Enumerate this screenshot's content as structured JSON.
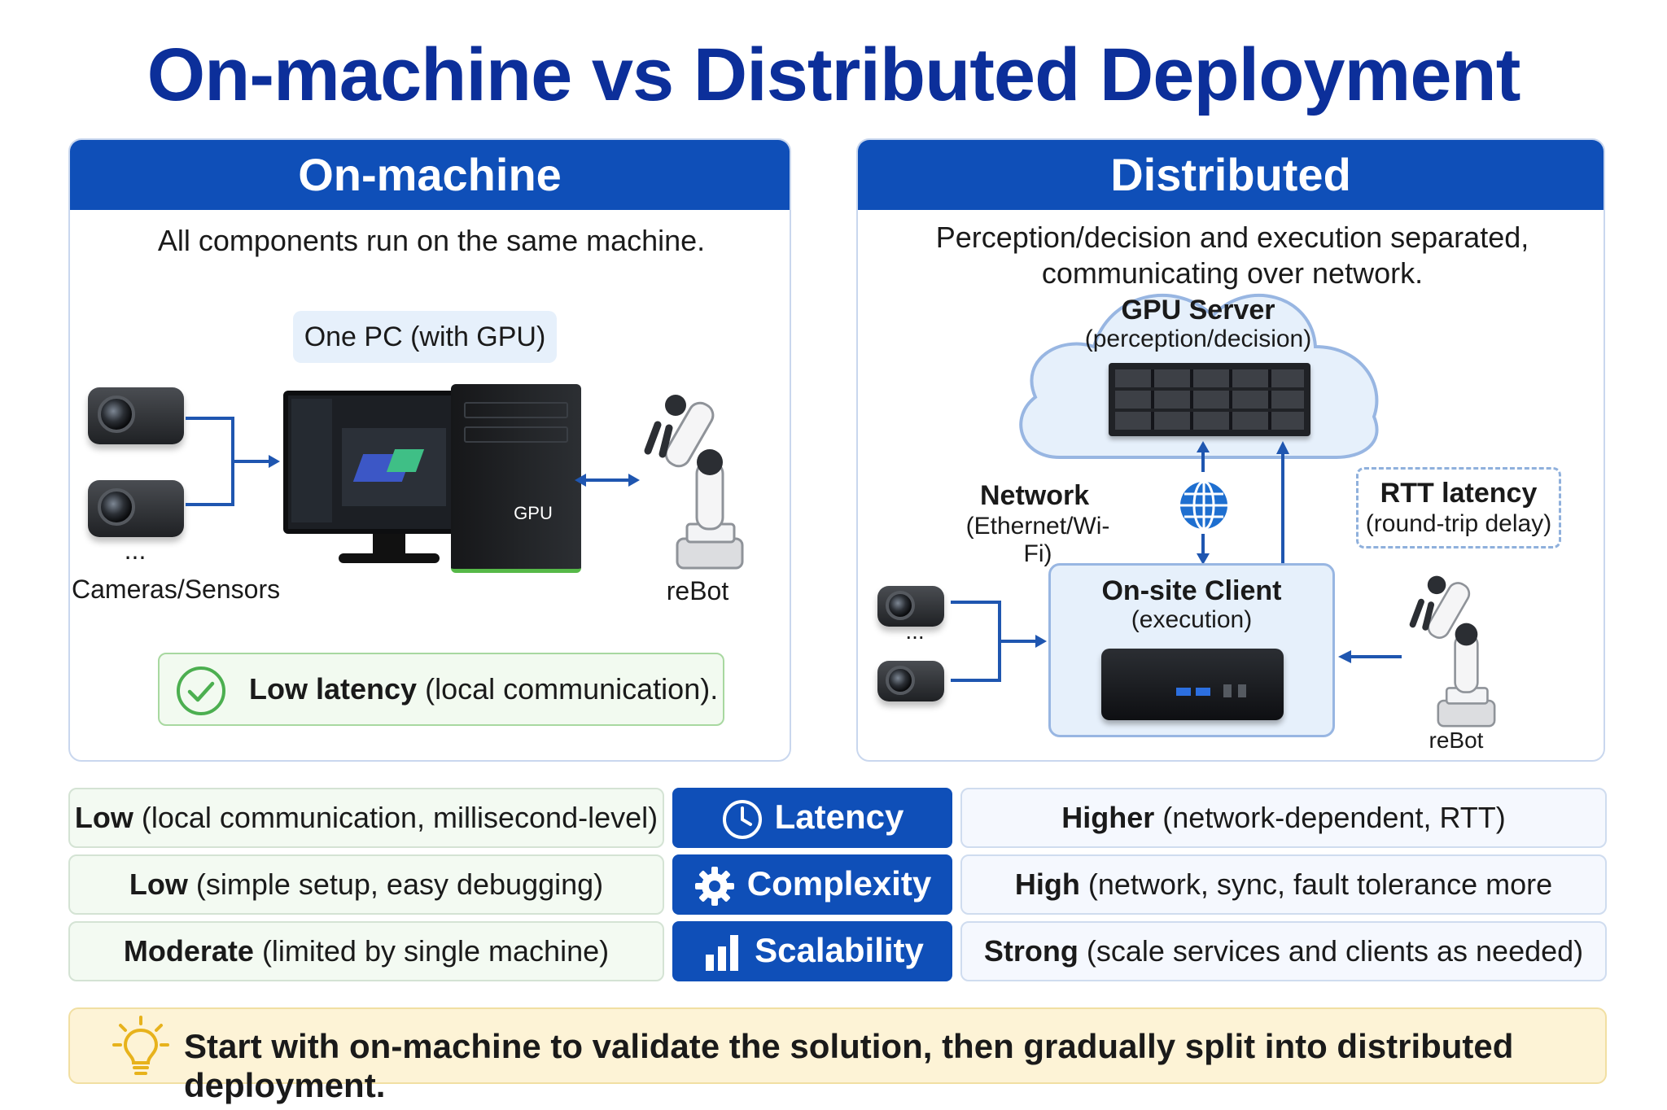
{
  "title": "On-machine vs Distributed Deployment",
  "left_panel": {
    "heading": "On-machine",
    "description": "All components run on the same machine.",
    "pc_label": "One PC (with GPU)",
    "gpu_text": "GPU",
    "sensors_ellipsis": "...",
    "sensors_label": "Cameras/Sensors",
    "robot_label": "reBot",
    "callout_bold": "Low latency",
    "callout_rest": "(local communication)."
  },
  "right_panel": {
    "heading": "Distributed",
    "description_line1": "Perception/decision and execution separated,",
    "description_line2": "communicating over network.",
    "server_title": "GPU Server",
    "server_sub": "(perception/decision)",
    "network_title": "Network",
    "network_sub": "(Ethernet/Wi-Fi)",
    "rtt_title": "RTT latency",
    "rtt_sub": "(round-trip delay)",
    "client_title": "On-site Client",
    "client_sub": "(execution)",
    "sensors_ellipsis": "...",
    "robot_label": "reBot"
  },
  "comparison": [
    {
      "metric": "Latency",
      "icon": "clock-icon",
      "left_bold": "Low",
      "left_rest": "(local communication, millisecond-level)",
      "right_bold": "Higher",
      "right_rest": "(network-dependent, RTT)"
    },
    {
      "metric": "Complexity",
      "icon": "gear-icon",
      "left_bold": "Low",
      "left_rest": "(simple setup, easy debugging)",
      "right_bold": "High",
      "right_rest": "(network, sync, fault tolerance more complex)"
    },
    {
      "metric": "Scalability",
      "icon": "bar-chart-icon",
      "left_bold": "Moderate",
      "left_rest": "(limited by single machine)",
      "right_bold": "Strong",
      "right_rest": "(scale services and clients as needed)"
    }
  ],
  "tip": "Start with on-machine to validate the solution, then gradually split into distributed deployment.",
  "colors": {
    "title": "#0c2f9a",
    "header": "#0f4fb8",
    "accent_green": "#4caf50",
    "tip_bg": "#fdf3d6"
  }
}
